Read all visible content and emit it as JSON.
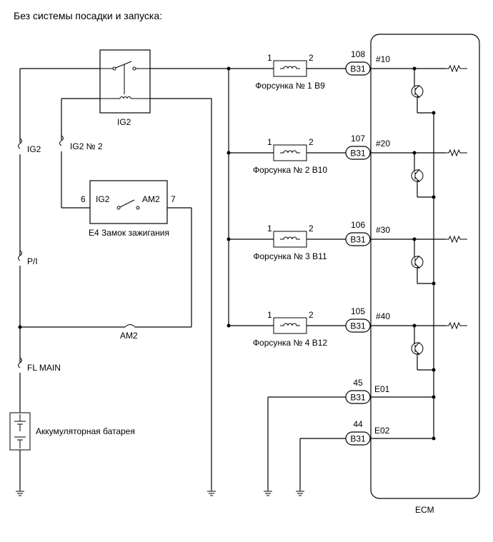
{
  "title": "Без системы посадки и запуска:",
  "relay": {
    "label": "IG2"
  },
  "fuses": {
    "ig2": "IG2",
    "ig2_no2": "IG2 № 2",
    "pi": "P/I",
    "am2": "AM2",
    "fl_main": "FL MAIN"
  },
  "switch": {
    "caption": "E4  Замок зажигания",
    "left_term": "IG2",
    "right_term": "AM2",
    "pin_left": "6",
    "pin_right": "7"
  },
  "battery": {
    "label": "Аккумуляторная батарея"
  },
  "injectors": [
    {
      "name": "Форсунка № 1 B9",
      "pin1": "1",
      "pin2": "2",
      "conn": "B31",
      "ecm_pin": "108",
      "signal": "#10"
    },
    {
      "name": "Форсунка № 2 B10",
      "pin1": "1",
      "pin2": "2",
      "conn": "B31",
      "ecm_pin": "107",
      "signal": "#20"
    },
    {
      "name": "Форсунка № 3 B11",
      "pin1": "1",
      "pin2": "2",
      "conn": "B31",
      "ecm_pin": "106",
      "signal": "#30"
    },
    {
      "name": "Форсунка № 4 B12",
      "pin1": "1",
      "pin2": "2",
      "conn": "B31",
      "ecm_pin": "105",
      "signal": "#40"
    }
  ],
  "grounds": [
    {
      "conn": "B31",
      "pin": "45",
      "signal": "E01"
    },
    {
      "conn": "B31",
      "pin": "44",
      "signal": "E02"
    }
  ],
  "ecm": {
    "label": "ECM"
  }
}
